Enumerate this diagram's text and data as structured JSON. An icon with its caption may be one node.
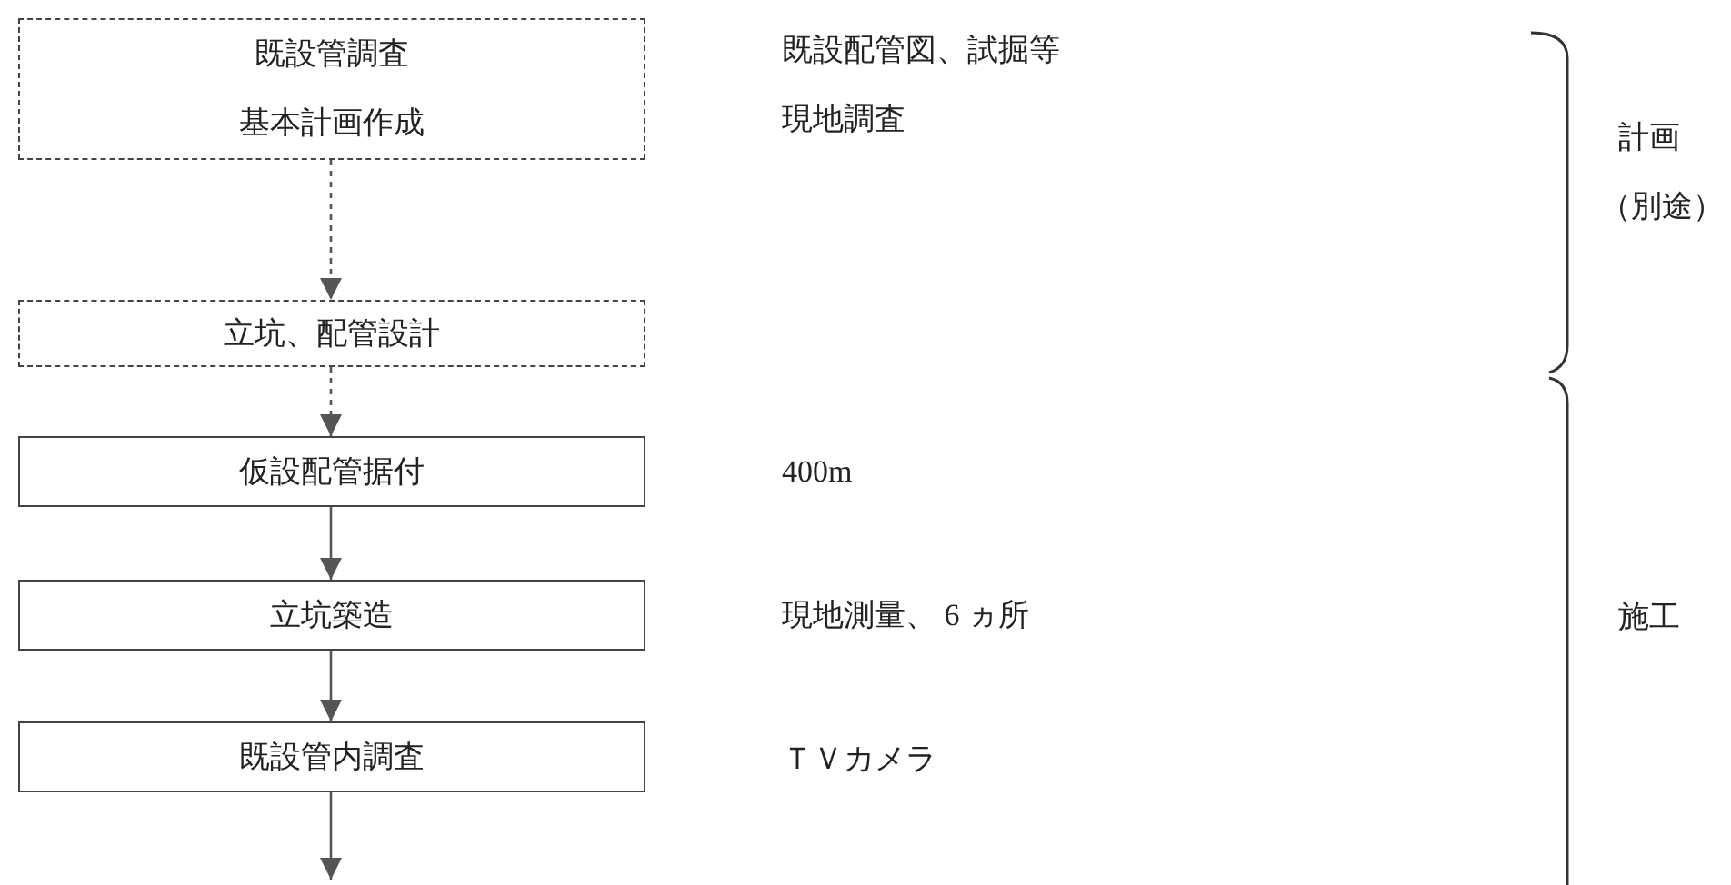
{
  "diagram": {
    "nodes": [
      {
        "text": [
          "既設管調査",
          "基本計画作成"
        ]
      },
      {
        "text": [
          "立坑、配管設計"
        ]
      },
      {
        "text": [
          "仮設配管据付"
        ]
      },
      {
        "text": [
          "立坑築造"
        ]
      },
      {
        "text": [
          "既設管内調査"
        ]
      }
    ],
    "edges": [
      {
        "from": 0,
        "to": 1,
        "arrow": "to",
        "style": "dashed"
      },
      {
        "from": 1,
        "to": 2,
        "arrow": "to",
        "style": "dashed"
      },
      {
        "from": 2,
        "to": 3,
        "arrow": "to"
      },
      {
        "from": 3,
        "to": 4,
        "arrow": "to"
      },
      {
        "from": 4,
        "to": null,
        "arrow": "to"
      }
    ],
    "labels": [
      "既設配管図、試掘等",
      "現地調査",
      "計画",
      "（別途）",
      "400m",
      "現地測量、 6 ヵ所",
      "施工",
      "ＴＶカメラ"
    ]
  }
}
